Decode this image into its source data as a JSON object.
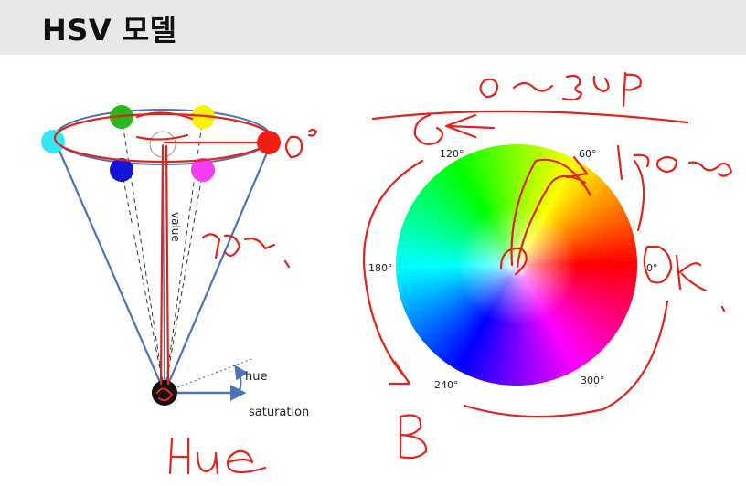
{
  "slide": {
    "title": "HSV 모델"
  },
  "cone": {
    "value_label": "value",
    "hue_label": "hue",
    "saturation_label": "saturation",
    "colors": {
      "cyan": "#37e6f4",
      "green": "#26b81c",
      "yellow": "#f9f200",
      "red": "#f51c10",
      "blue": "#1414d6",
      "magenta": "#f43cf4",
      "black": "#111111",
      "cone_line": "#4a73b8"
    }
  },
  "wheel": {
    "angle_labels": {
      "a0": "0°",
      "a60": "60°",
      "a120": "120°",
      "a180": "180°",
      "a240": "240°",
      "a300": "300°"
    }
  },
  "annotations": {
    "ink_color": "#e0241c"
  }
}
